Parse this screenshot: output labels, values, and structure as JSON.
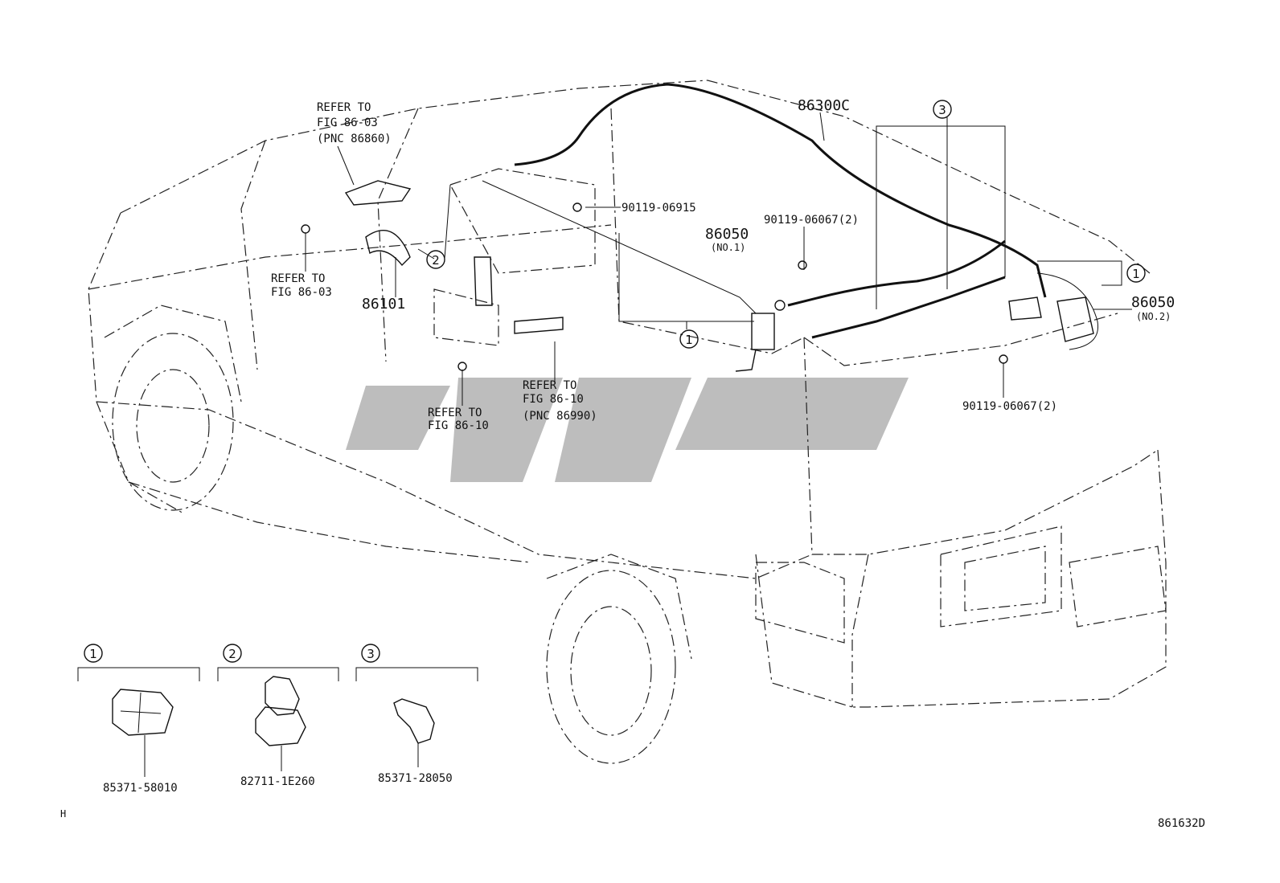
{
  "labels": {
    "refer_top": [
      "REFER TO",
      "FIG 86-03",
      "(PNC 86860)"
    ],
    "refer_left": [
      "REFER TO",
      "FIG 86-03"
    ],
    "refer_mid": [
      "REFER TO",
      "FIG 86-10"
    ],
    "refer_right": [
      "REFER TO",
      "FIG 86-10",
      "(PNC 86990)"
    ],
    "part_86300C": "86300C",
    "part_86101": "86101",
    "part_86050": "86050",
    "no1": "(NO.1)",
    "no2": "(NO.2)",
    "bolt_06915": "90119-06915",
    "bolt_06067": "90119-06067(2)"
  },
  "callouts": [
    "1",
    "2",
    "3"
  ],
  "legend": [
    {
      "num": "1",
      "part": "85371-58010"
    },
    {
      "num": "2",
      "part": "82711-1E260"
    },
    {
      "num": "3",
      "part": "85371-28050"
    }
  ],
  "corner_mark": "H",
  "figure_code": "861632D"
}
